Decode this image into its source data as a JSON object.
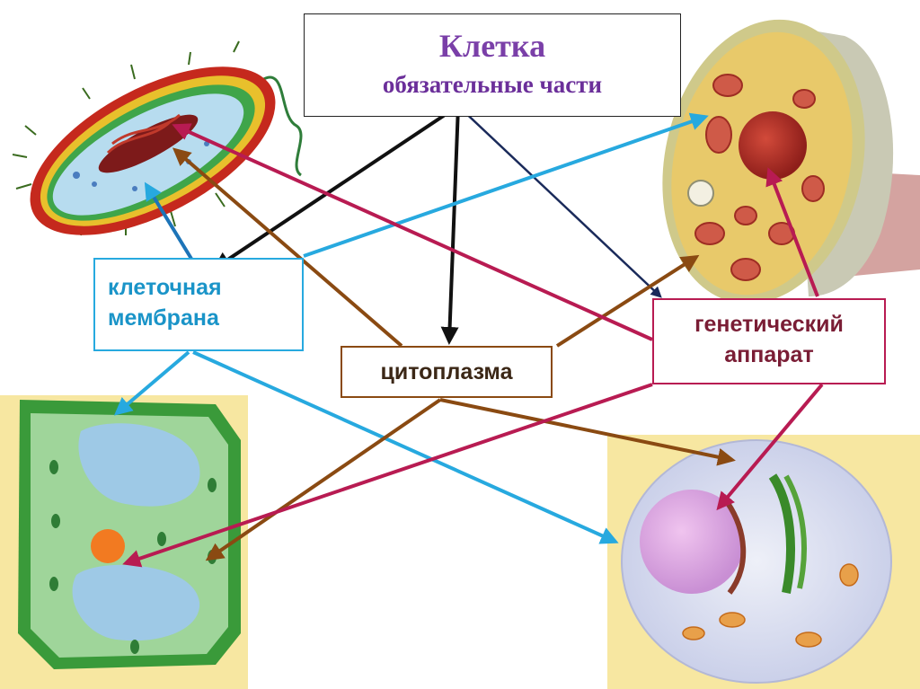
{
  "title": {
    "line1": "Клетка",
    "line2": "обязательные части"
  },
  "labels": {
    "membrane_line1": "клеточная",
    "membrane_line2": "мембрана",
    "cytoplasm": "цитоплазма",
    "genetic_line1": "генетический",
    "genetic_line2": "аппарат"
  },
  "colors": {
    "title_arrows": "#111111",
    "title_arrow_dark": "#1a2a5a",
    "membrane": "#27a9df",
    "cytoplasm": "#8a4a12",
    "genetic": "#b81b52"
  },
  "illustrations": [
    "bacterial-cell",
    "plant-cell",
    "fungal-cell",
    "animal-cell"
  ]
}
